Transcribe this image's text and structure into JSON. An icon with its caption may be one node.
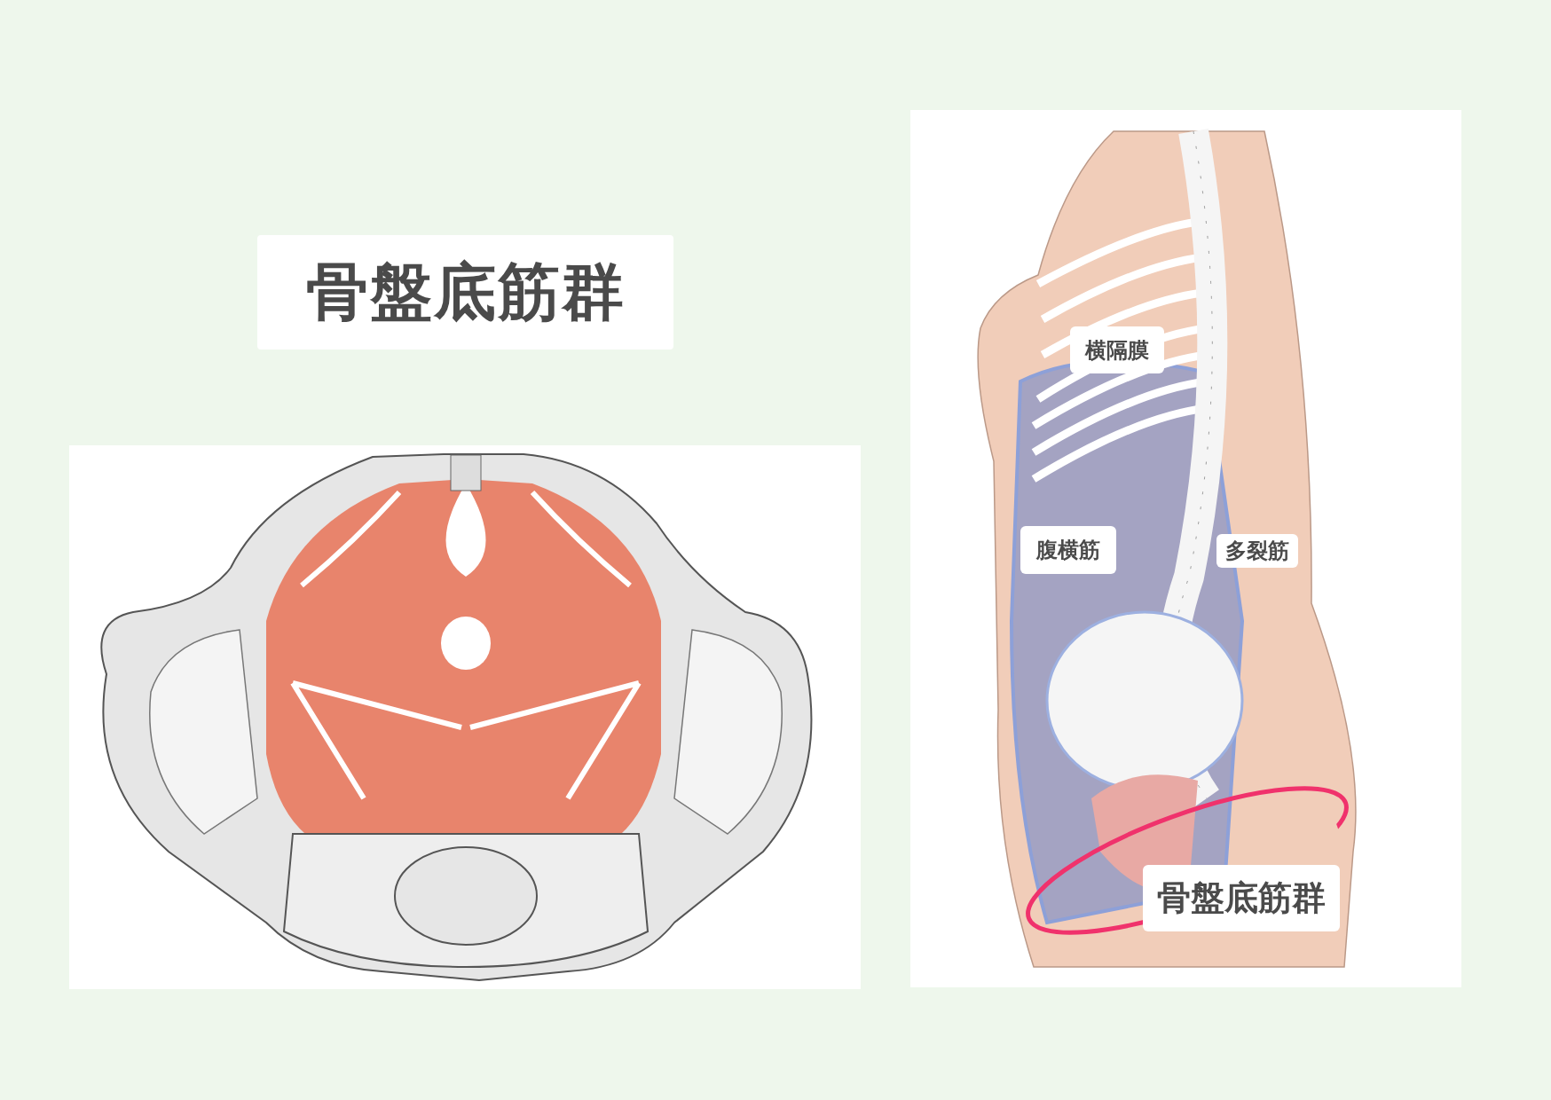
{
  "diagram": {
    "title": "骨盤底筋群",
    "nodes": [
      {
        "text": [
          "横隔膜"
        ]
      },
      {
        "text": [
          "腹横筋"
        ]
      },
      {
        "text": [
          "多裂筋"
        ]
      },
      {
        "text": [
          "骨盤底筋群"
        ]
      }
    ]
  }
}
